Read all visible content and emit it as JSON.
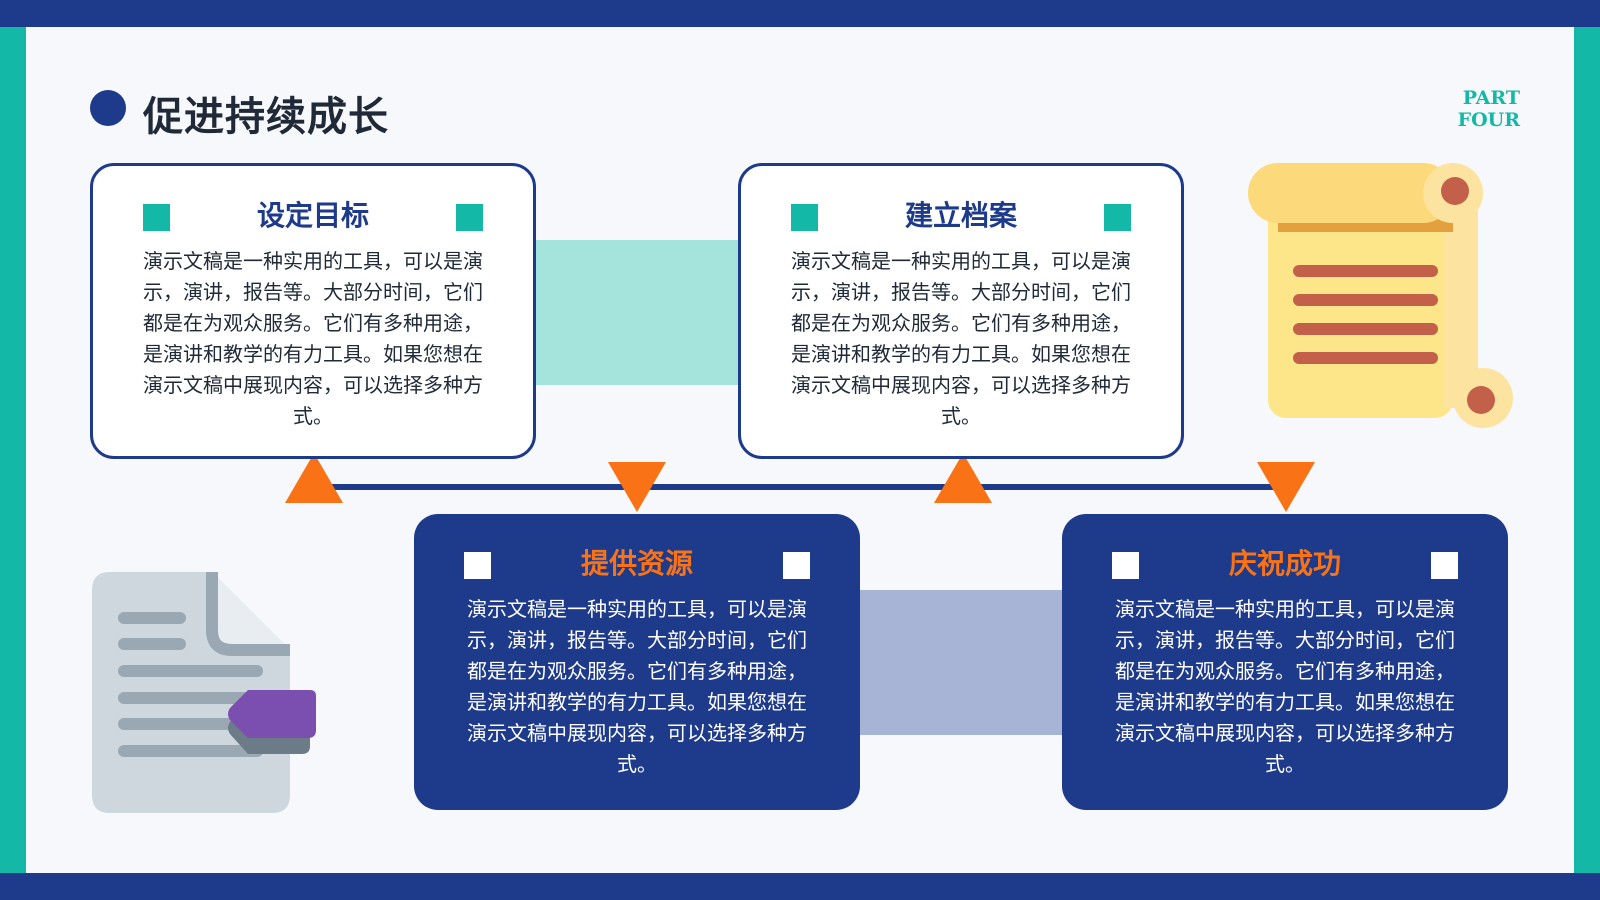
{
  "header": {
    "title": "促进持续成长",
    "part_label": "PART\nFOUR"
  },
  "cards": [
    {
      "title": "设定目标",
      "body": "演示文稿是一种实用的工具，可以是演示，演讲，报告等。大部分时间，它们都是在为观众服务。它们有多种用途，是演讲和教学的有力工具。如果您想在演示文稿中展现内容，可以选择多种方式。"
    },
    {
      "title": "建立档案",
      "body": "演示文稿是一种实用的工具，可以是演示，演讲，报告等。大部分时间，它们都是在为观众服务。它们有多种用途，是演讲和教学的有力工具。如果您想在演示文稿中展现内容，可以选择多种方式。"
    },
    {
      "title": "提供资源",
      "body": "演示文稿是一种实用的工具，可以是演示，演讲，报告等。大部分时间，它们都是在为观众服务。它们有多种用途，是演讲和教学的有力工具。如果您想在演示文稿中展现内容，可以选择多种方式。"
    },
    {
      "title": "庆祝成功",
      "body": "演示文稿是一种实用的工具，可以是演示，演讲，报告等。大部分时间，它们都是在为观众服务。它们有多种用途，是演讲和教学的有力工具。如果您想在演示文稿中展现内容，可以选择多种方式。"
    }
  ],
  "icons": {
    "top_right": "scroll-icon",
    "bottom_left": "document-icon"
  },
  "colors": {
    "navy": "#1e3a8a",
    "teal": "#14b8a6",
    "orange": "#f97316"
  }
}
